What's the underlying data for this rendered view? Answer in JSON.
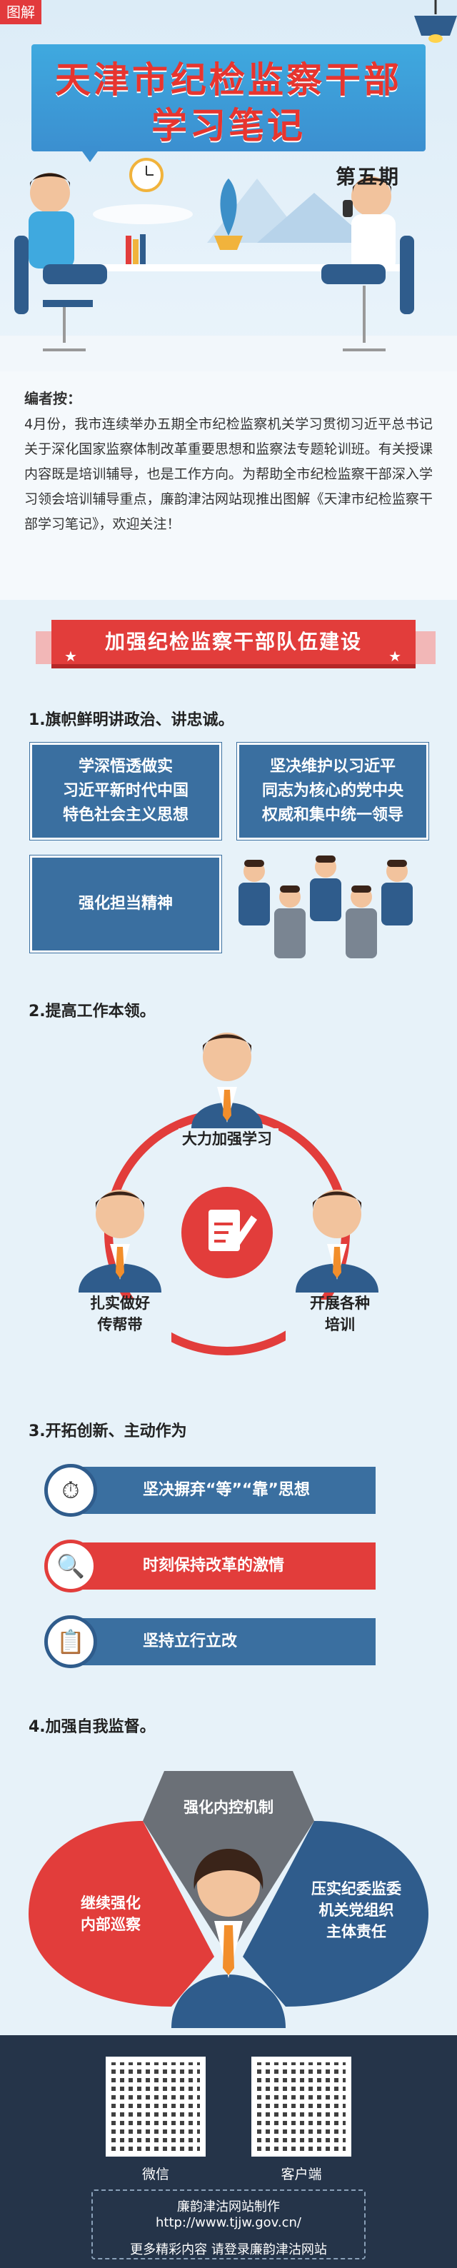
{
  "header": {
    "tag": "图解",
    "title_line1": "天津市纪检监察干部",
    "title_line2": "学习笔记",
    "issue": "第五期"
  },
  "editor": {
    "label": "编者按：",
    "body": "4月份，我市连续举办五期全市纪检监察机关学习贯彻习近平总书记关于深化国家监察体制改革重要思想和监察法专题轮训班。有关授课内容既是培训辅导，也是工作方向。为帮助全市纪检监察干部深入学习领会培训辅导重点，廉韵津沽网站现推出图解《天津市纪检监察干部学习笔记》，欢迎关注！"
  },
  "banner": "加强纪检监察干部队伍建设",
  "section1": {
    "heading": "1.旗帜鲜明讲政治、讲忠诚。",
    "box1": "学深悟透做实\n习近平新时代中国\n特色社会主义思想",
    "box2": "坚决维护以习近平\n同志为核心的党中央\n权威和集中统一领导",
    "box3": "强化担当精神"
  },
  "section2": {
    "heading": "2.提高工作本领。",
    "top": "大力加强学习",
    "left": "扎实做好\n传帮带",
    "right": "开展各种\n培训"
  },
  "section3": {
    "heading": "3.开拓创新、主动作为",
    "item1": "坚决摒弃“等”“靠”思想",
    "item2": "时刻保持改革的激情",
    "item3": "坚持立行立改"
  },
  "section4": {
    "heading": "4.加强自我监督。",
    "top": "强化内控机制",
    "left": "继续强化\n内部巡察",
    "right": "压实纪委监委\n机关党组织\n主体责任"
  },
  "footer": {
    "qr1_label": "微信",
    "qr2_label": "客户端",
    "maker": "廉韵津沽网站制作",
    "url": "http://www.tjjw.gov.cn/",
    "more": "更多精彩内容  请登录廉韵津沽网站"
  },
  "colors": {
    "red": "#e23d3b",
    "blue": "#3a6fa0",
    "navy": "#253449"
  }
}
